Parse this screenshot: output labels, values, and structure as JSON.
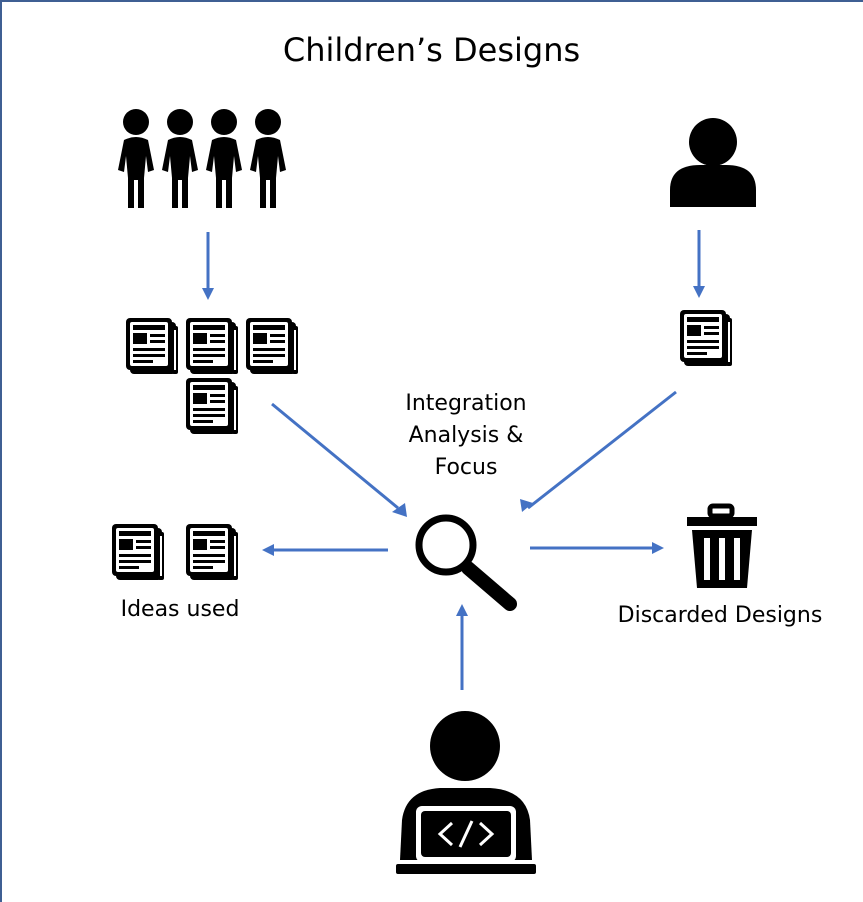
{
  "title": "Children’s Designs",
  "labels": {
    "integration_line1": "Integration",
    "integration_line2": "Analysis &",
    "integration_line3": "Focus",
    "ideas_used": "Ideas used",
    "discarded": "Discarded Designs"
  },
  "icons": {
    "children_group": "group-of-children-icon",
    "adult": "person-icon",
    "designs": "newspaper-icon",
    "magnifier": "magnifying-glass-icon",
    "trash": "trash-can-icon",
    "developer": "developer-laptop-icon"
  },
  "colors": {
    "arrow": "#4472c4",
    "frame": "#3f5f93",
    "icon": "#000000"
  }
}
